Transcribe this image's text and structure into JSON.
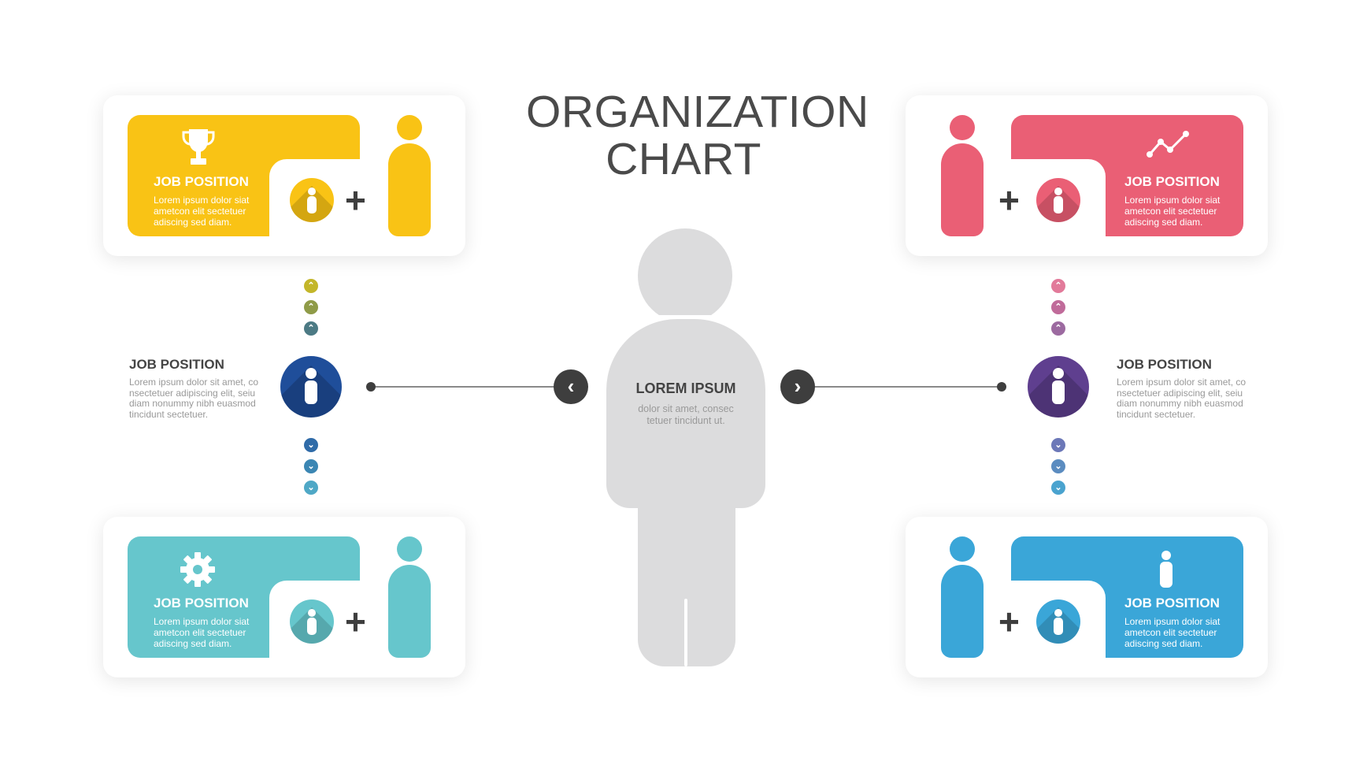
{
  "title": {
    "line1": "ORGANIZATION",
    "line2": "CHART"
  },
  "center": {
    "title": "LOREM IPSUM",
    "desc": "dolor sit amet, consec tetuer tincidunt ut."
  },
  "cards": [
    {
      "title": "JOB POSITION",
      "desc": "Lorem ipsum dolor siat ametcon elit sectetuer adiscing sed diam.",
      "color": "#f9c315",
      "icon": "trophy-icon"
    },
    {
      "title": "JOB POSITION",
      "desc": "Lorem ipsum dolor siat ametcon elit sectetuer adiscing sed diam.",
      "color": "#ea5f75",
      "icon": "line-chart-icon"
    },
    {
      "title": "JOB POSITION",
      "desc": "Lorem ipsum dolor siat ametcon elit sectetuer adiscing sed diam.",
      "color": "#66c6cc",
      "icon": "gear-icon"
    },
    {
      "title": "JOB POSITION",
      "desc": "Lorem ipsum dolor siat ametcon elit sectetuer adiscing sed diam.",
      "color": "#3aa6d8",
      "icon": "person-icon"
    }
  ],
  "nodes": [
    {
      "title": "JOB POSITION",
      "desc": "Lorem ipsum dolor sit amet, co nsectetuer adipiscing elit, seiu diam nonummy nibh euasmod tincidunt sectetuer.",
      "color": "#1f4e9a"
    },
    {
      "title": "JOB POSITION",
      "desc": "Lorem ipsum dolor sit amet, co nsectetuer adipiscing elit, seiu diam nonummy nibh euasmod tincidunt sectetuer.",
      "color": "#5f3f8f"
    }
  ],
  "plus_sign": "+",
  "arrows": {
    "left": "‹",
    "right": "›"
  },
  "chevrons": {
    "up": "⌃",
    "down": "⌄"
  }
}
